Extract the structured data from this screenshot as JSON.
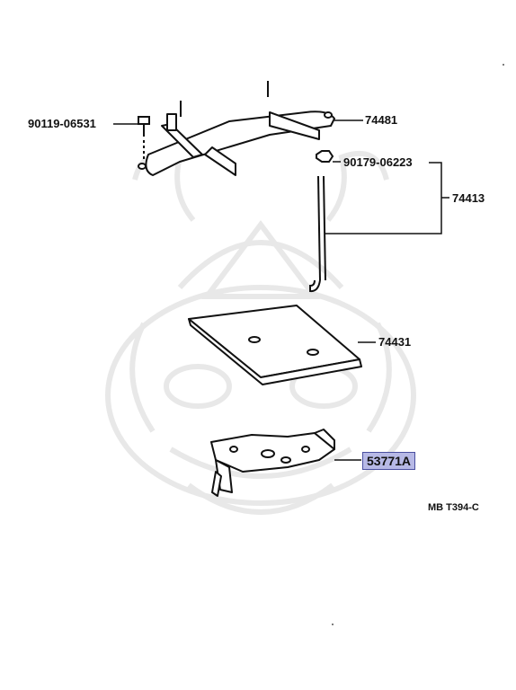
{
  "diagram": {
    "parts": {
      "bolt": "90119-06531",
      "clamp": "74481",
      "nut": "90179-06223",
      "rod_assembly": "74413",
      "tray": "74431",
      "bracket": "53771A"
    },
    "figure_code": "MB T394-C",
    "highlighted_part": "53771A",
    "colors": {
      "line": "#111111",
      "highlight_fill": "#b7b9e6",
      "highlight_border": "#4a4fa0",
      "watermark": "#e6e6e6"
    }
  }
}
